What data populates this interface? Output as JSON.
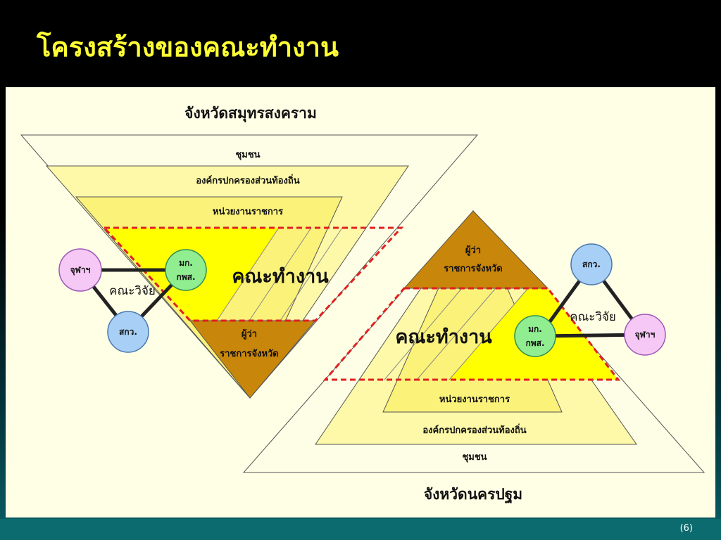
{
  "slide": {
    "title": "โครงสร้างของคณะทำงาน",
    "page_number": "(6)"
  },
  "left_diagram": {
    "province": "จังหวัดสมุทรสงคราม",
    "layers": [
      "ชุมชน",
      "องค์กรปกครองส่วนท้องถิ่น",
      "หน่วยงานราชการ"
    ],
    "apex_label_1": "ผู้ว่า",
    "apex_label_2": "ราชการจังหวัด",
    "working_group": "คณะทำงาน",
    "research_team": "คณะวิจัย",
    "nodes": {
      "chula": "จุฬาฯ",
      "mk_1": "มก.",
      "mk_2": "กพส.",
      "skw": "สกว."
    }
  },
  "right_diagram": {
    "province": "จังหวัดนครปฐม",
    "layers": [
      "หน่วยงานราชการ",
      "องค์กรปกครองส่วนท้องถิ่น",
      "ชุมชน"
    ],
    "apex_label_1": "ผู้ว่า",
    "apex_label_2": "ราชการจังหวัด",
    "working_group": "คณะทำงาน",
    "research_team": "คณะวิจัย",
    "nodes": {
      "chula": "จุฬาฯ",
      "mk_1": "มก.",
      "mk_2": "กพส.",
      "skw": "สกว."
    }
  },
  "colors": {
    "title": "#ffff33",
    "panel": "#ffffe6",
    "layer_pale": "#fefee0",
    "layer_light": "#fdf9a8",
    "layer_mid": "#fbf27a",
    "working_yellow": "#ffff00",
    "governor_brown": "#c8860b",
    "dashed_red": "#e02020",
    "node_pink": "#f6c8f6",
    "node_green": "#90ee90",
    "node_blue": "#a8cff5"
  }
}
